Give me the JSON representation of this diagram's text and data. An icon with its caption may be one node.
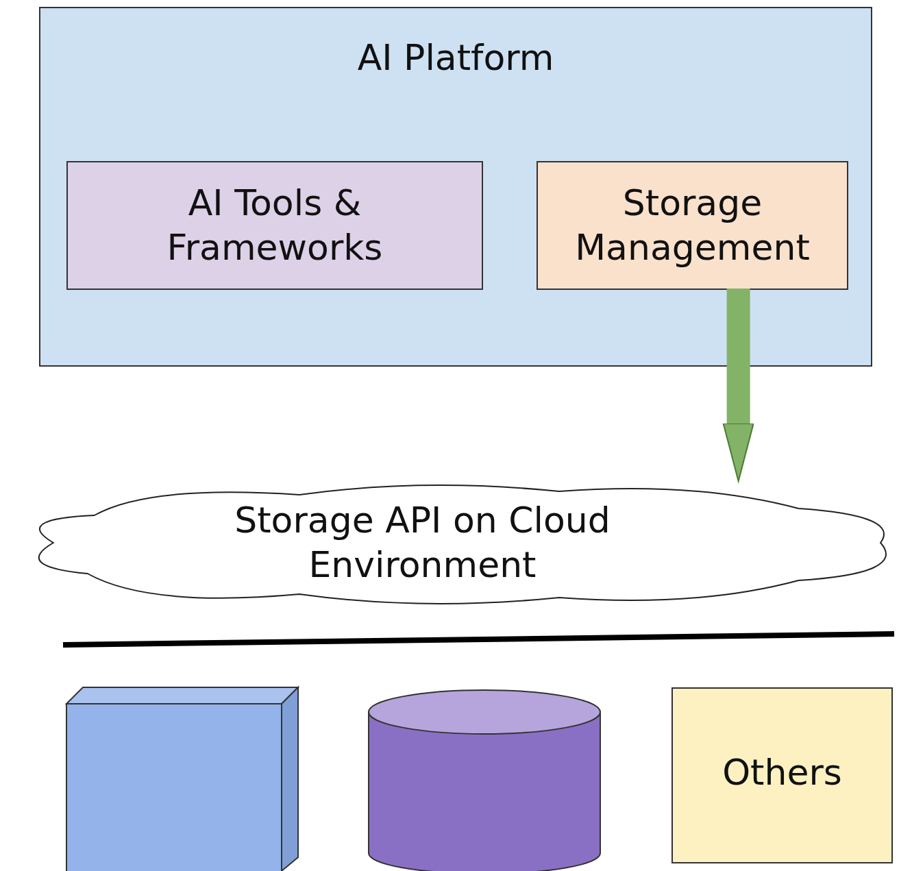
{
  "diagram": {
    "nodes": [
      {
        "text": [
          "AI Platform"
        ]
      },
      {
        "text": [
          "AI Tools & Frameworks"
        ],
        "in": 0
      },
      {
        "text": [
          "Storage Management"
        ],
        "in": 0
      },
      {
        "text": [
          "Storage API on Cloud Environment"
        ]
      },
      {
        "text": [],
        "shape": "box"
      },
      {
        "text": [],
        "shape": "cylinder"
      },
      {
        "text": [
          "Others"
        ]
      }
    ],
    "edges": [
      {
        "from": 2,
        "to": 3,
        "arrow": "to",
        "color": "#82b366"
      }
    ]
  }
}
